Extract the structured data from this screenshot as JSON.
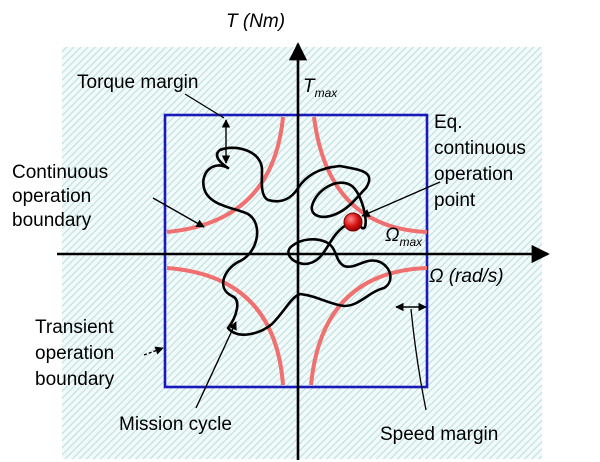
{
  "axes": {
    "y_axis_label": "T (Nm)",
    "x_axis_label": "Ω (rad/s)",
    "t_max_label": "T",
    "t_max_subscript": "max",
    "omega_max_label": "Ω",
    "omega_max_subscript": "max"
  },
  "annotations": {
    "torque_margin": "Torque margin",
    "continuous_boundary": [
      "Continuous",
      "operation",
      "boundary"
    ],
    "eq_point": [
      "Eq.",
      "continuous",
      "operation",
      "point"
    ],
    "transient_boundary": [
      "Transient",
      "operation",
      "boundary"
    ],
    "mission_cycle": "Mission cycle",
    "speed_margin": "Speed margin"
  },
  "colors": {
    "background_hatch": "#bcdfe0",
    "axis": "#000000",
    "transient_boundary": "#1a1ab8",
    "continuous_boundary": "#f07070",
    "mission_cycle": "#000000",
    "eq_point": "#cc1111"
  }
}
